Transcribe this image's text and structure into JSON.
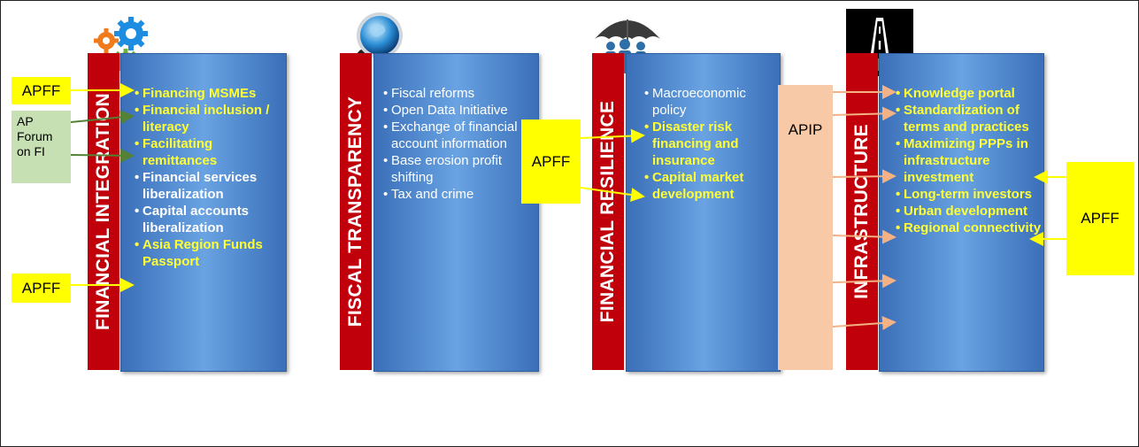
{
  "colors": {
    "bar": "#c0000b",
    "panel": "#5a93d6",
    "highlight": "#ffff33",
    "apff_tag": "#ffff00",
    "forum_tag": "#c6e0b4",
    "apip_tag": "#f7c9a6",
    "green_arrow": "#548235",
    "orange_arrow": "#f4b183"
  },
  "columns": [
    {
      "title": "FINANCIAL INTEGRATION",
      "icon": "gears-icon",
      "items": [
        {
          "text": "Financing MSMEs",
          "style": "highlight"
        },
        {
          "text": "Financial inclusion / literacy",
          "style": "highlight"
        },
        {
          "text": "Facilitating remittances",
          "style": "highlight"
        },
        {
          "text": "Financial services liberalization",
          "style": "bold"
        },
        {
          "text": "Capital accounts liberalization",
          "style": "bold"
        },
        {
          "text": "Asia Region Funds Passport",
          "style": "highlight"
        }
      ]
    },
    {
      "title": "FISCAL TRANSPARENCY",
      "icon": "magnifier-globe-icon",
      "items": [
        {
          "text": "Fiscal reforms",
          "style": "plain"
        },
        {
          "text": "Open Data Initiative",
          "style": "plain"
        },
        {
          "text": "Exchange of financial account information",
          "style": "plain"
        },
        {
          "text": "Base erosion profit shifting",
          "style": "plain"
        },
        {
          "text": "Tax and crime",
          "style": "plain"
        }
      ]
    },
    {
      "title": "FINANCIAL RESILIENCE",
      "icon": "umbrella-people-icon",
      "items": [
        {
          "text": "Macroeconomic policy",
          "style": "plain"
        },
        {
          "text": "Disaster risk financing and insurance",
          "style": "highlight"
        },
        {
          "text": "Capital market development",
          "style": "highlight"
        }
      ]
    },
    {
      "title": "INFRASTRUCTURE",
      "icon": "road-icon",
      "items": [
        {
          "text": "Knowledge portal",
          "style": "highlight"
        },
        {
          "text": "Standardization of terms and practices",
          "style": "highlight"
        },
        {
          "text": "Maximizing PPPs in infrastructure investment",
          "style": "highlight"
        },
        {
          "text": "Long-term investors",
          "style": "highlight"
        },
        {
          "text": "Urban development",
          "style": "highlight"
        },
        {
          "text": "Regional connectivity",
          "style": "highlight"
        }
      ]
    }
  ],
  "tags": {
    "apff": "APFF",
    "forum": "AP Forum on FI",
    "apip": "APIP"
  }
}
